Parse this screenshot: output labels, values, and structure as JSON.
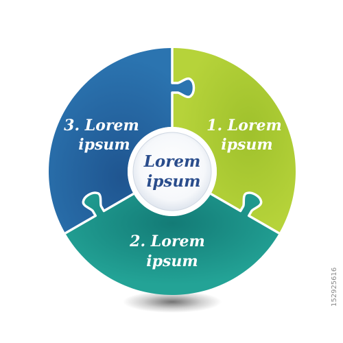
{
  "diagram": {
    "type": "three-piece puzzle circle",
    "center": {
      "line1": "Lorem",
      "line2": "ipsum"
    },
    "pieces": [
      {
        "label_line1": "1. Lorem",
        "label_line2": "ipsum",
        "color": "#a9c932",
        "color_dark": "#7fa622"
      },
      {
        "label_line1": "2. Lorem",
        "label_line2": "ipsum",
        "color": "#1f9b8f",
        "color_dark": "#137a74"
      },
      {
        "label_line1": "3. Lorem",
        "label_line2": "ipsum",
        "color": "#2a6da8",
        "color_dark": "#1e4f88"
      }
    ]
  },
  "stock_id": "152925616",
  "colors": {
    "center_text": "#2a4d8c",
    "background": "#ffffff",
    "divider": "#ffffff"
  }
}
